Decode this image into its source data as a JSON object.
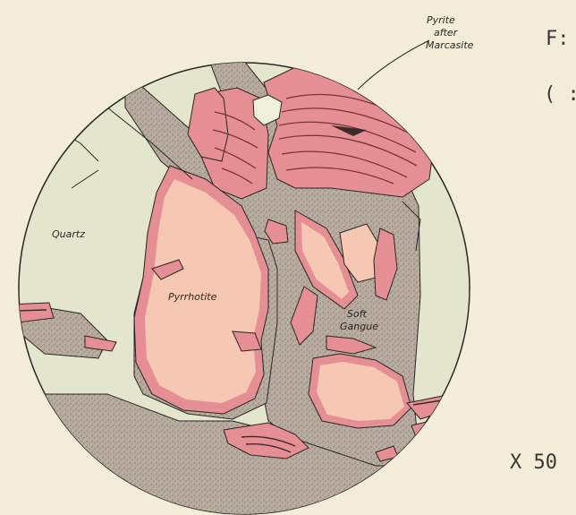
{
  "labels": {
    "pyrite_line1": "Pyrite",
    "pyrite_line2": "after",
    "pyrite_line3": "Marcasite",
    "quartz": "Quartz",
    "pyrrhotite": "Pyrrhotite",
    "soft_line1": "Soft",
    "soft_line2": "Gangue"
  },
  "margin_text": {
    "fig_fragment": "F:",
    "paren_fragment": "( :",
    "magnification": "X 50"
  },
  "colors": {
    "paper": "#f3ecd9",
    "quartz": "#e3e6cc",
    "pyrrhotite": "#f6c8b3",
    "pyrite_red": "#e58f94",
    "gangue": "#b7aa9f",
    "outline": "#2a2622"
  }
}
